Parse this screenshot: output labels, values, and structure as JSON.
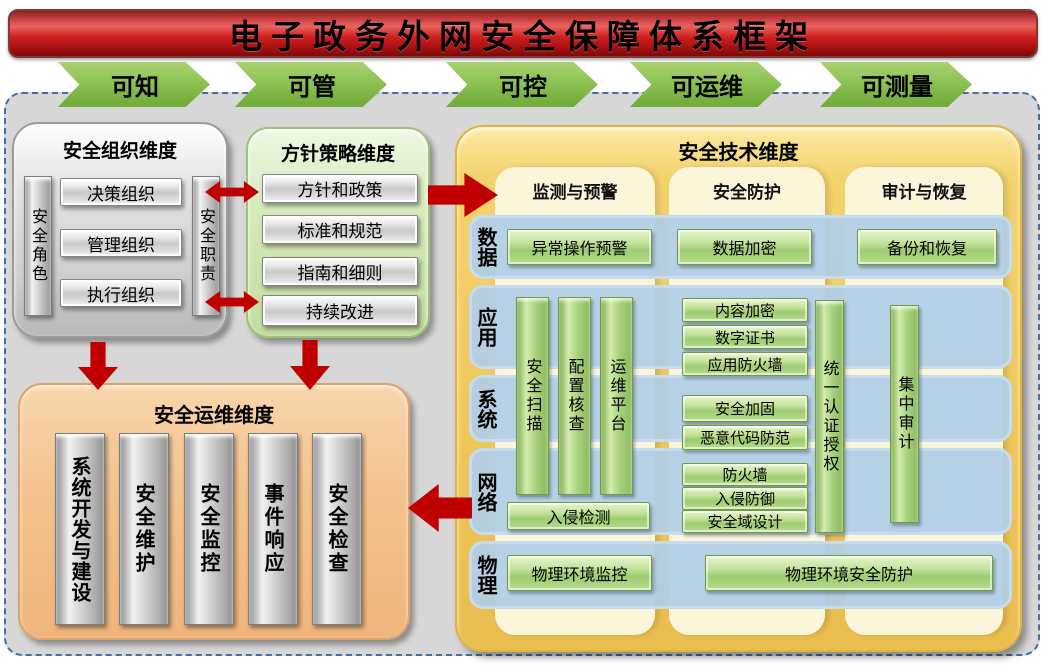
{
  "title": "电子政务外网安全保障体系框架",
  "chevrons": [
    "可知",
    "可管",
    "可控",
    "可运维",
    "可测量"
  ],
  "org_box": {
    "title": "安全组织维度",
    "left_bar": "安全角色",
    "items": [
      "决策组织",
      "管理组织",
      "执行组织"
    ],
    "right_bar": "安全职责"
  },
  "policy_box": {
    "title": "方针策略维度",
    "items": [
      "方针和政策",
      "标准和规范",
      "指南和细则",
      "持续改进"
    ]
  },
  "tech_box": {
    "title": "安全技术维度",
    "columns": [
      "监测与预警",
      "安全防护",
      "审计与恢复"
    ],
    "rows": [
      "数据",
      "应用",
      "系统",
      "网络",
      "物理"
    ],
    "monitor": {
      "data_btn": "异常操作预警",
      "bars": [
        "安全扫描",
        "配置核查",
        "运维平台"
      ],
      "network_btn": "入侵检测",
      "physical_btn": "物理环境监控"
    },
    "protect": {
      "data_btn": "数据加密",
      "app_btns": [
        "内容加密",
        "数字证书",
        "应用防火墙"
      ],
      "system_btns": [
        "安全加固",
        "恶意代码防范"
      ],
      "network_btns": [
        "防火墙",
        "入侵防御",
        "安全域设计"
      ],
      "auth_bar": "统一认证授权"
    },
    "audit": {
      "data_btn": "备份和恢复",
      "audit_bar": "集中审计"
    },
    "physical_wide_btn": "物理环境安全防护"
  },
  "ops_box": {
    "title": "安全运维维度",
    "bars": [
      "系统开发与建设",
      "安全维护",
      "安全监控",
      "事件响应",
      "安全检查"
    ]
  },
  "colors": {
    "banner_red": "#c00000",
    "arrow_red": "#c00000",
    "chevron_green": "#8cc253",
    "tech_yellow": "#efc75c",
    "row_blue": "#b0cde6",
    "column_cream": "#fbf5da",
    "ops_orange": "#f4c28f",
    "org_gray": "#d2d2d2",
    "policy_green": "#d6eaba",
    "button_green": "#a9cf7e"
  }
}
